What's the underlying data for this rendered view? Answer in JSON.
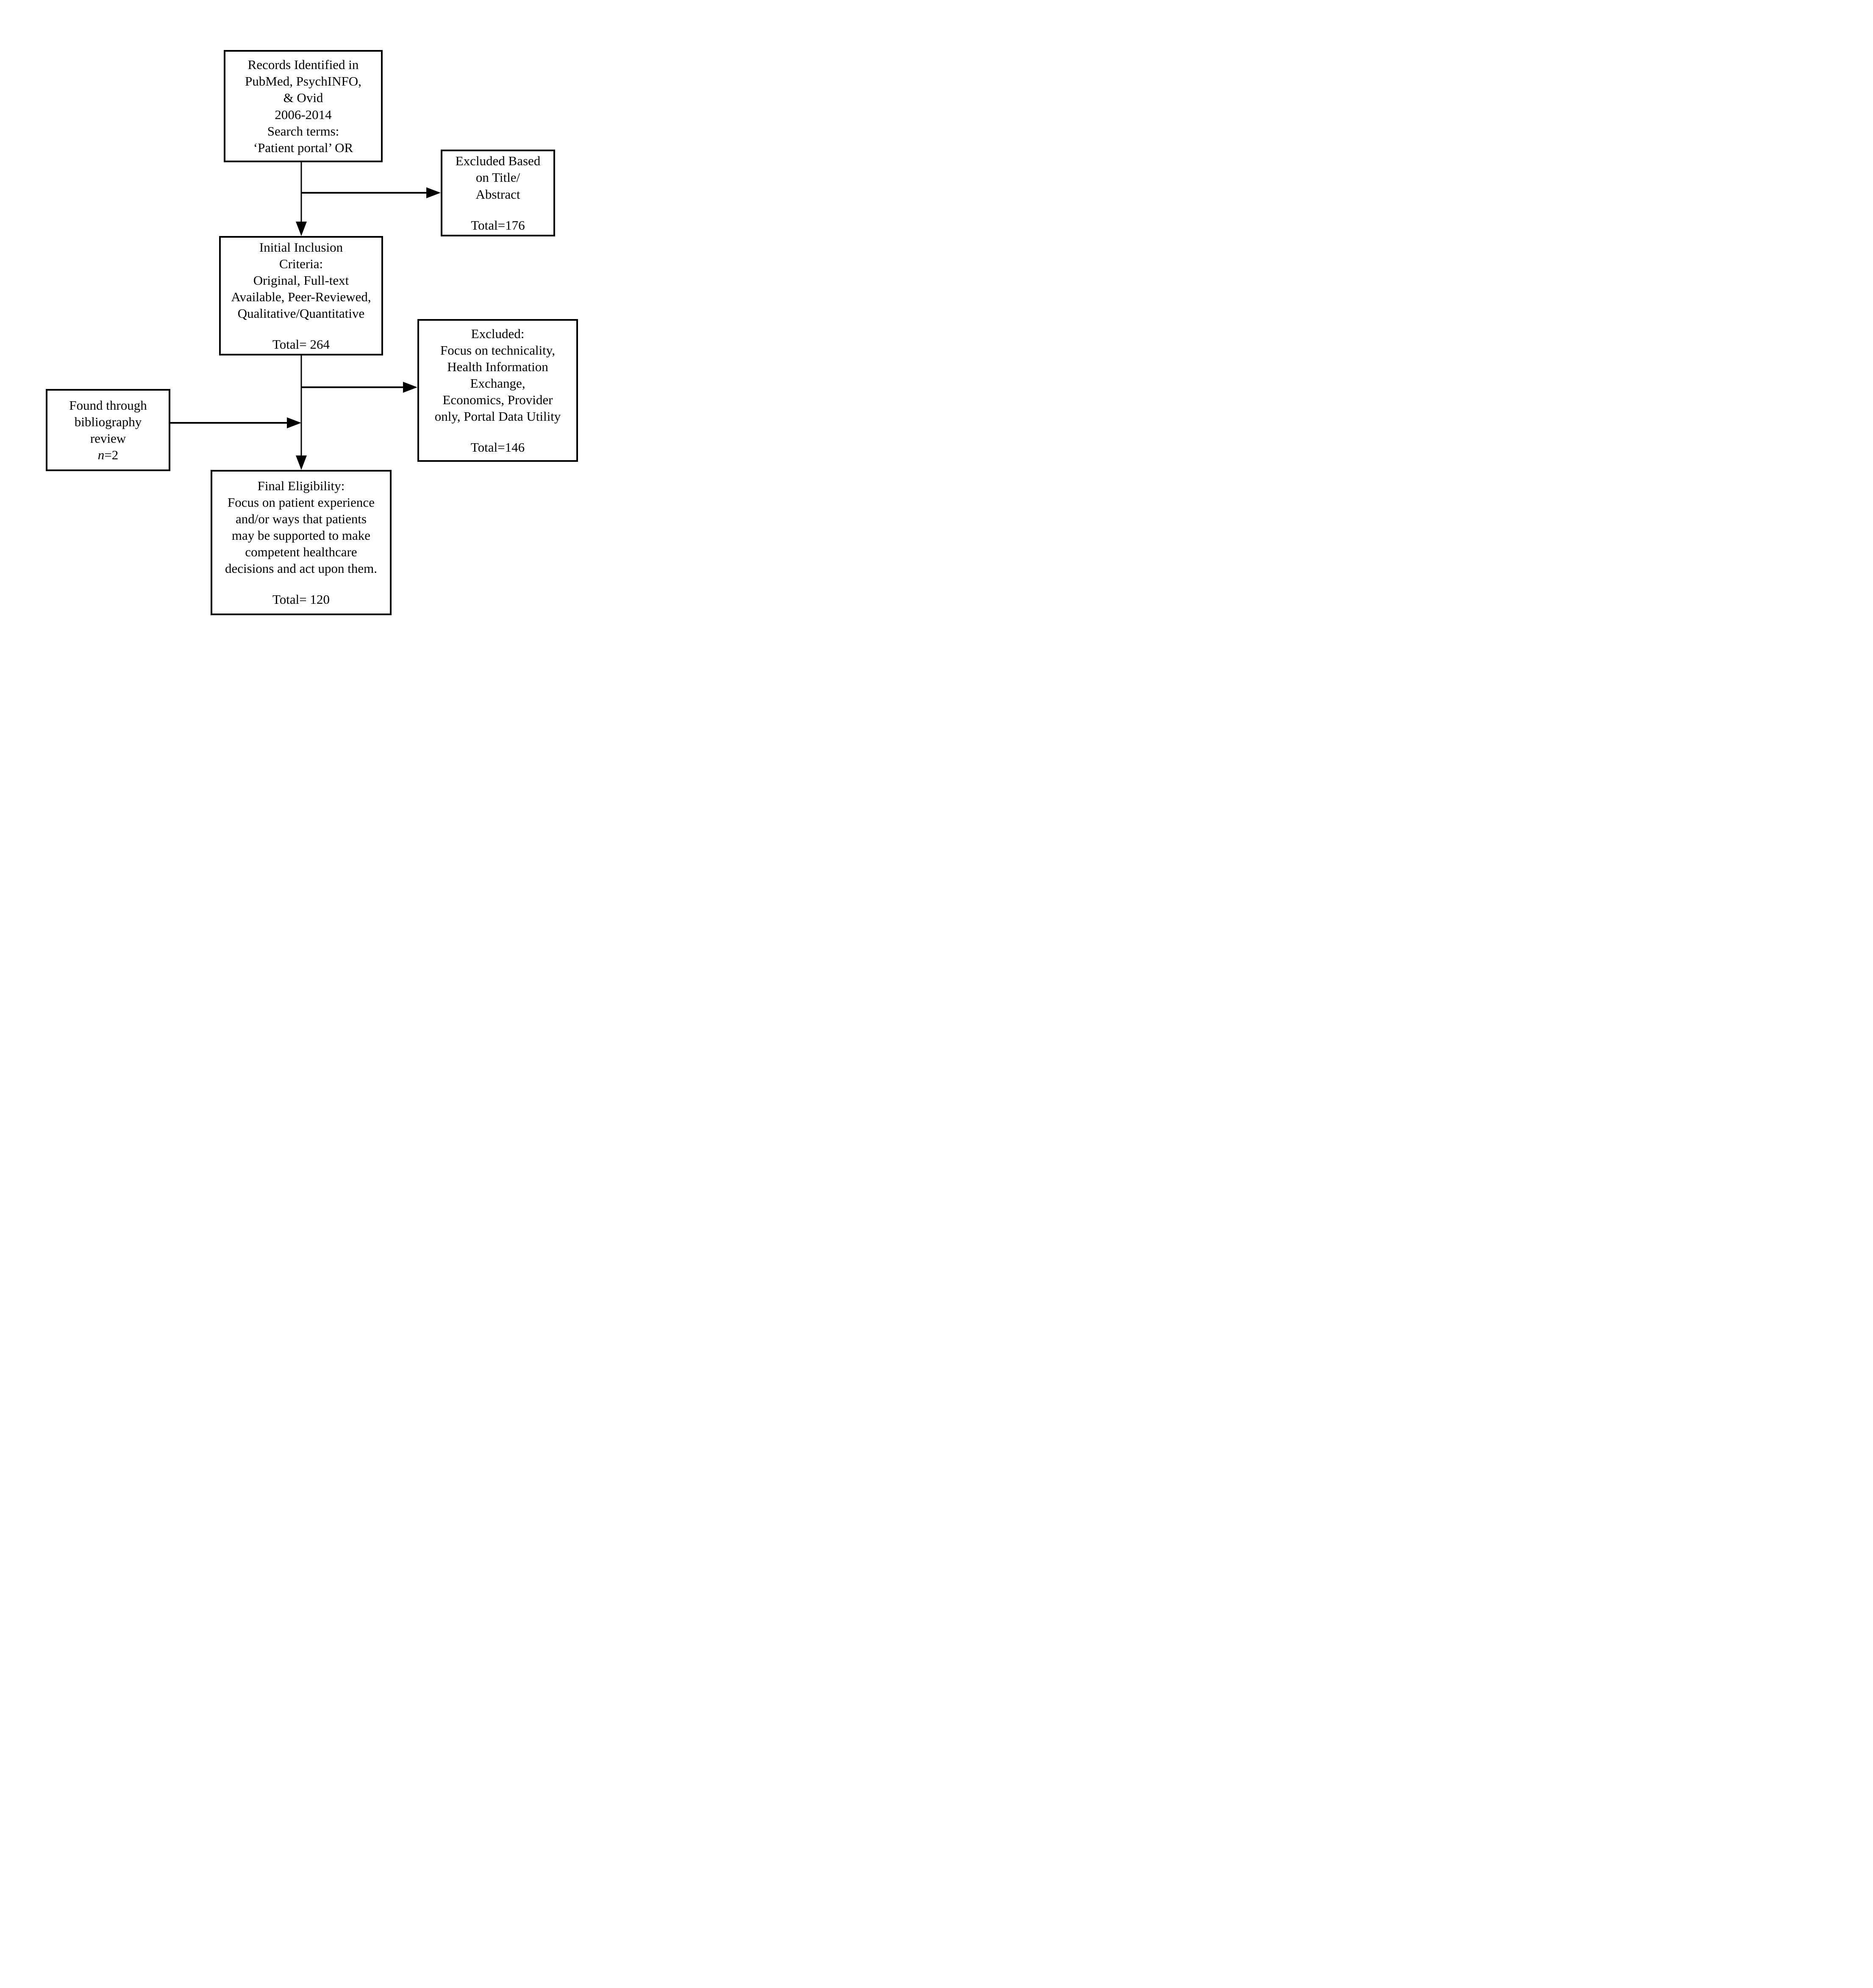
{
  "colors": {
    "ink": "#000000",
    "paper": "#ffffff"
  },
  "diagram": {
    "records_box": {
      "lines": [
        "Records Identified in",
        "PubMed, PsychINFO,",
        "& Ovid",
        "2006-2014",
        "Search terms:",
        "‘Patient portal’ OR"
      ]
    },
    "excluded_title_abstract_box": {
      "lines": [
        "Excluded Based",
        "on Title/",
        "Abstract"
      ],
      "total": "Total=176"
    },
    "initial_inclusion_box": {
      "lines": [
        "Initial Inclusion",
        "Criteria:",
        "Original, Full-text",
        "Available, Peer-Reviewed,",
        "Qualitative/Quantitative"
      ],
      "total": "Total= 264"
    },
    "excluded_focus_box": {
      "lines": [
        "Excluded:",
        "Focus on technicality,",
        "Health Information",
        "Exchange,",
        "Economics, Provider",
        "only, Portal Data Utility"
      ],
      "total": "Total=146"
    },
    "bibliography_box": {
      "lines": [
        "Found through",
        "bibliography",
        "review"
      ],
      "n_label": "n",
      "n_value": "=2"
    },
    "final_eligibility_box": {
      "lines": [
        "Final Eligibility:",
        "Focus on patient experience",
        "and/or ways that patients",
        "may be supported to make",
        "competent healthcare",
        "decisions and act upon them."
      ],
      "total": "Total= 120"
    }
  }
}
